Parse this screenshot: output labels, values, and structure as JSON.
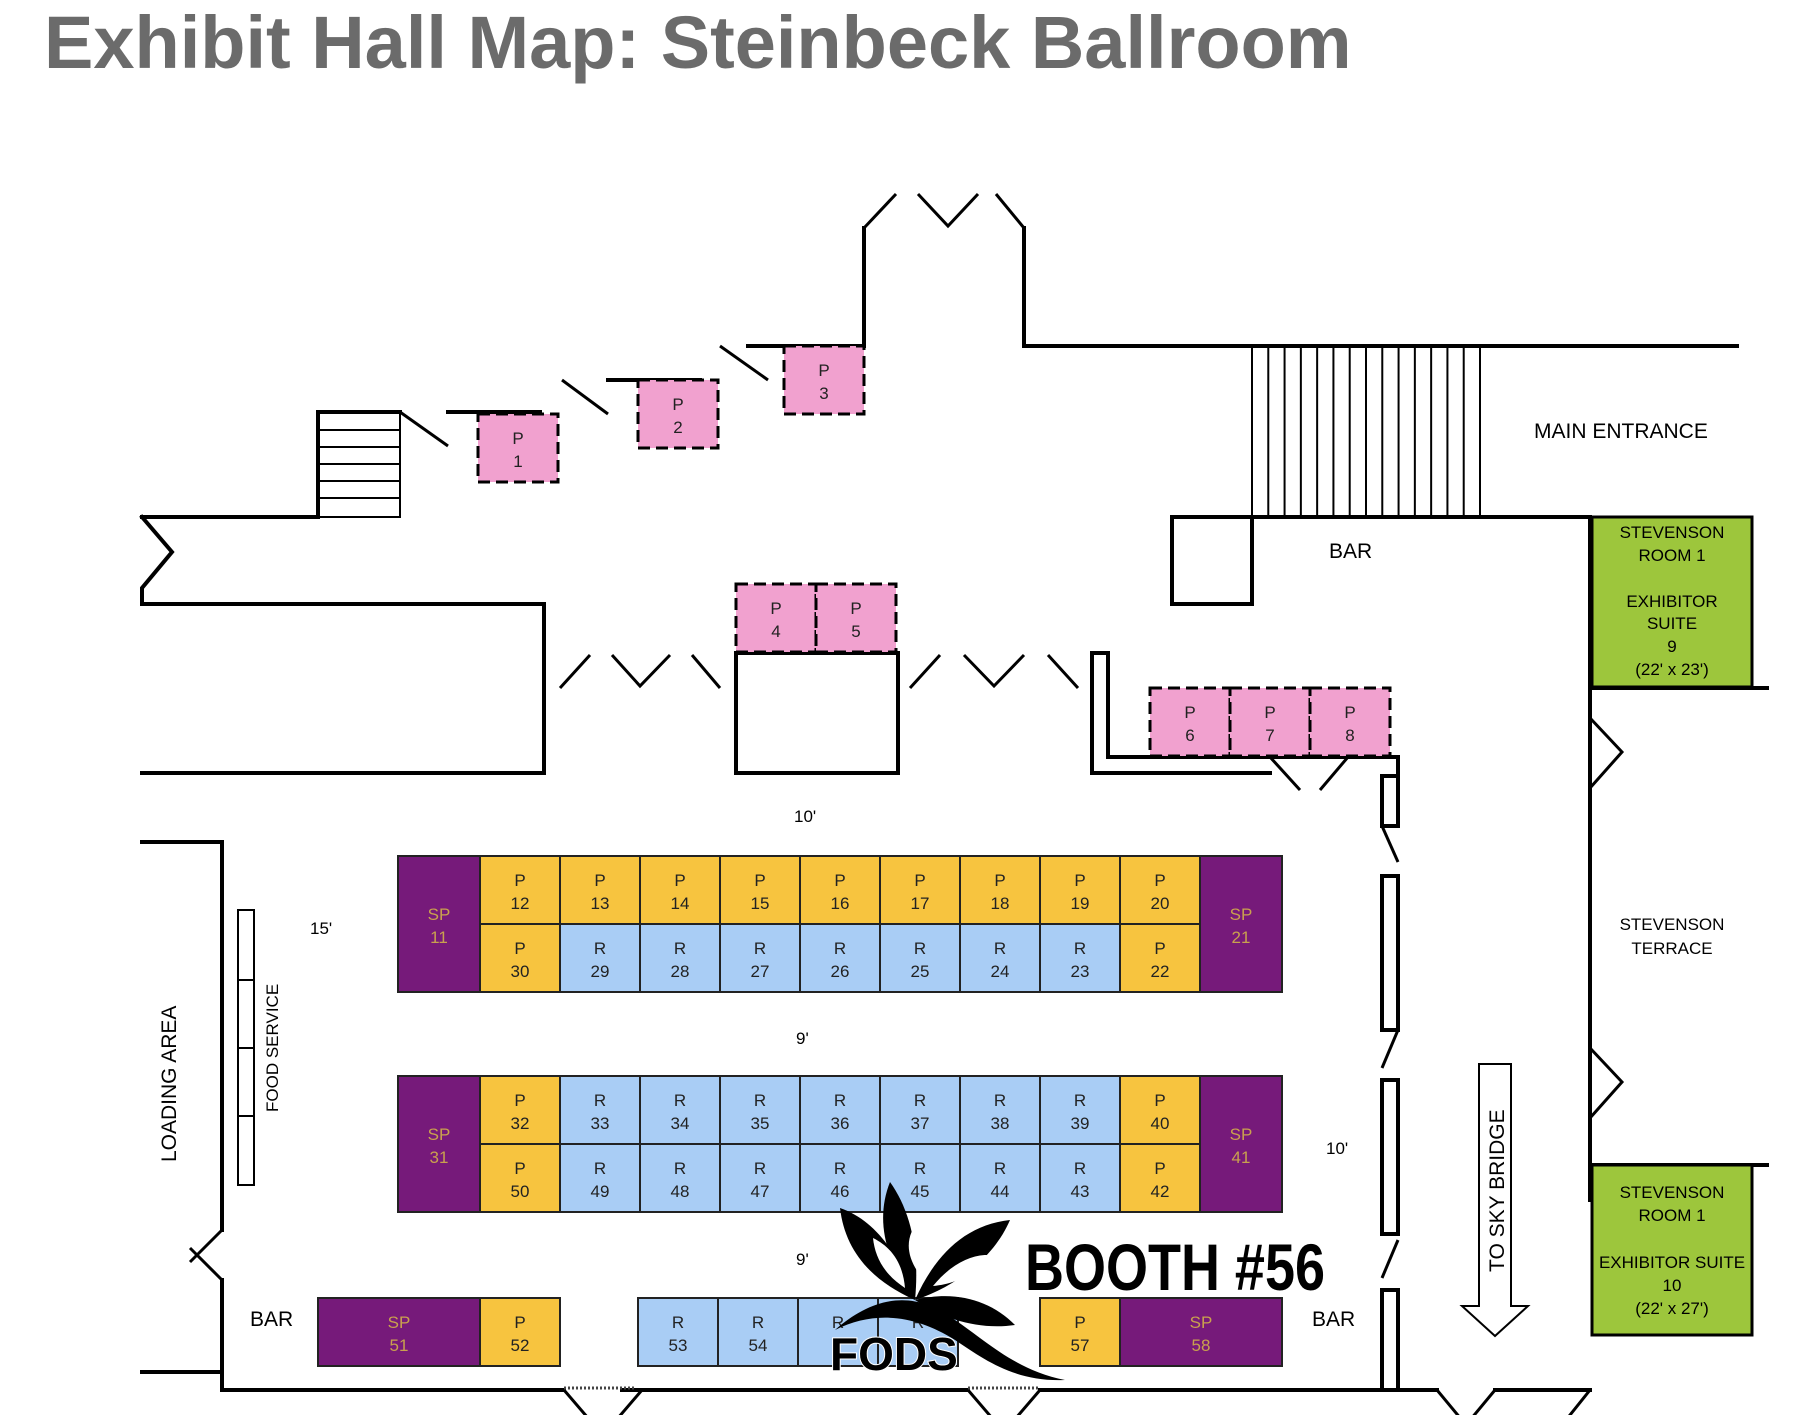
{
  "title": "Exhibit Hall Map: Steinbeck Ballroom",
  "colors": {
    "title": "#6b6b6b",
    "premium": "#f7c43f",
    "regular": "#a9cdf5",
    "super_premium": "#761a7a",
    "patio": "#f1a1cf",
    "suite": "#9dc63c",
    "wall": "#000000"
  },
  "booths": [
    {
      "id": "p1",
      "type": "P",
      "number": "1",
      "color": "patio"
    },
    {
      "id": "p2",
      "type": "P",
      "number": "2",
      "color": "patio"
    },
    {
      "id": "p3",
      "type": "P",
      "number": "3",
      "color": "patio"
    },
    {
      "id": "p4",
      "type": "P",
      "number": "4",
      "color": "patio"
    },
    {
      "id": "p5",
      "type": "P",
      "number": "5",
      "color": "patio"
    },
    {
      "id": "p6",
      "type": "P",
      "number": "6",
      "color": "patio"
    },
    {
      "id": "p7",
      "type": "P",
      "number": "7",
      "color": "patio"
    },
    {
      "id": "p8",
      "type": "P",
      "number": "8",
      "color": "patio"
    },
    {
      "id": "sp11",
      "type": "SP",
      "number": "11",
      "color": "super_premium"
    },
    {
      "id": "p12",
      "type": "P",
      "number": "12",
      "color": "premium"
    },
    {
      "id": "p13",
      "type": "P",
      "number": "13",
      "color": "premium"
    },
    {
      "id": "p14",
      "type": "P",
      "number": "14",
      "color": "premium"
    },
    {
      "id": "p15",
      "type": "P",
      "number": "15",
      "color": "premium"
    },
    {
      "id": "p16",
      "type": "P",
      "number": "16",
      "color": "premium"
    },
    {
      "id": "p17",
      "type": "P",
      "number": "17",
      "color": "premium"
    },
    {
      "id": "p18",
      "type": "P",
      "number": "18",
      "color": "premium"
    },
    {
      "id": "p19",
      "type": "P",
      "number": "19",
      "color": "premium"
    },
    {
      "id": "p20",
      "type": "P",
      "number": "20",
      "color": "premium"
    },
    {
      "id": "sp21",
      "type": "SP",
      "number": "21",
      "color": "super_premium"
    },
    {
      "id": "p30",
      "type": "P",
      "number": "30",
      "color": "premium"
    },
    {
      "id": "r29",
      "type": "R",
      "number": "29",
      "color": "regular"
    },
    {
      "id": "r28",
      "type": "R",
      "number": "28",
      "color": "regular"
    },
    {
      "id": "r27",
      "type": "R",
      "number": "27",
      "color": "regular"
    },
    {
      "id": "r26",
      "type": "R",
      "number": "26",
      "color": "regular"
    },
    {
      "id": "r25",
      "type": "R",
      "number": "25",
      "color": "regular"
    },
    {
      "id": "r24",
      "type": "R",
      "number": "24",
      "color": "regular"
    },
    {
      "id": "r23",
      "type": "R",
      "number": "23",
      "color": "regular"
    },
    {
      "id": "p22",
      "type": "P",
      "number": "22",
      "color": "premium"
    },
    {
      "id": "sp31",
      "type": "SP",
      "number": "31",
      "color": "super_premium"
    },
    {
      "id": "p32",
      "type": "P",
      "number": "32",
      "color": "premium"
    },
    {
      "id": "r33",
      "type": "R",
      "number": "33",
      "color": "regular"
    },
    {
      "id": "r34",
      "type": "R",
      "number": "34",
      "color": "regular"
    },
    {
      "id": "r35",
      "type": "R",
      "number": "35",
      "color": "regular"
    },
    {
      "id": "r36",
      "type": "R",
      "number": "36",
      "color": "regular"
    },
    {
      "id": "r37",
      "type": "R",
      "number": "37",
      "color": "regular"
    },
    {
      "id": "r38",
      "type": "R",
      "number": "38",
      "color": "regular"
    },
    {
      "id": "r39",
      "type": "R",
      "number": "39",
      "color": "regular"
    },
    {
      "id": "p40",
      "type": "P",
      "number": "40",
      "color": "premium"
    },
    {
      "id": "sp41",
      "type": "SP",
      "number": "41",
      "color": "super_premium"
    },
    {
      "id": "p50",
      "type": "P",
      "number": "50",
      "color": "premium"
    },
    {
      "id": "r49",
      "type": "R",
      "number": "49",
      "color": "regular"
    },
    {
      "id": "r48",
      "type": "R",
      "number": "48",
      "color": "regular"
    },
    {
      "id": "r47",
      "type": "R",
      "number": "47",
      "color": "regular"
    },
    {
      "id": "r46",
      "type": "R",
      "number": "46",
      "color": "regular"
    },
    {
      "id": "r45",
      "type": "R",
      "number": "45",
      "color": "regular"
    },
    {
      "id": "r44",
      "type": "R",
      "number": "44",
      "color": "regular"
    },
    {
      "id": "r43",
      "type": "R",
      "number": "43",
      "color": "regular"
    },
    {
      "id": "p42",
      "type": "P",
      "number": "42",
      "color": "premium"
    },
    {
      "id": "sp51",
      "type": "SP",
      "number": "51",
      "color": "super_premium"
    },
    {
      "id": "p52",
      "type": "P",
      "number": "52",
      "color": "premium"
    },
    {
      "id": "r53",
      "type": "R",
      "number": "53",
      "color": "regular"
    },
    {
      "id": "r54",
      "type": "R",
      "number": "54",
      "color": "regular"
    },
    {
      "id": "r55",
      "type": "R",
      "number": "",
      "color": "regular"
    },
    {
      "id": "r56",
      "type": "R",
      "number": "",
      "color": "regular"
    },
    {
      "id": "p57",
      "type": "P",
      "number": "57",
      "color": "premium"
    },
    {
      "id": "sp58",
      "type": "SP",
      "number": "58",
      "color": "super_premium"
    }
  ],
  "labels": {
    "main_entrance": "MAIN ENTRANCE",
    "bar_top": "BAR",
    "bar_left": "BAR",
    "bar_right": "BAR",
    "suite9": [
      "STEVENSON",
      "ROOM 1",
      "",
      "EXHIBITOR",
      "SUITE",
      "9",
      "(22' x 23')"
    ],
    "suite10": [
      "STEVENSON",
      "ROOM 1",
      "",
      "EXHIBITOR SUITE",
      "10",
      "(22' x 27')"
    ],
    "terrace": [
      "STEVENSON",
      "TERRACE"
    ],
    "loading_area": "LOADING AREA",
    "food_service": "FOOD SERVICE",
    "sky_bridge": "TO SKY BRIDGE",
    "dim_10_top": "10'",
    "dim_15": "15'",
    "dim_9_a": "9'",
    "dim_9_b": "9'",
    "dim_10_right": "10'"
  },
  "logo": {
    "brand": "FODS",
    "booth_label": "BOOTH #56"
  }
}
